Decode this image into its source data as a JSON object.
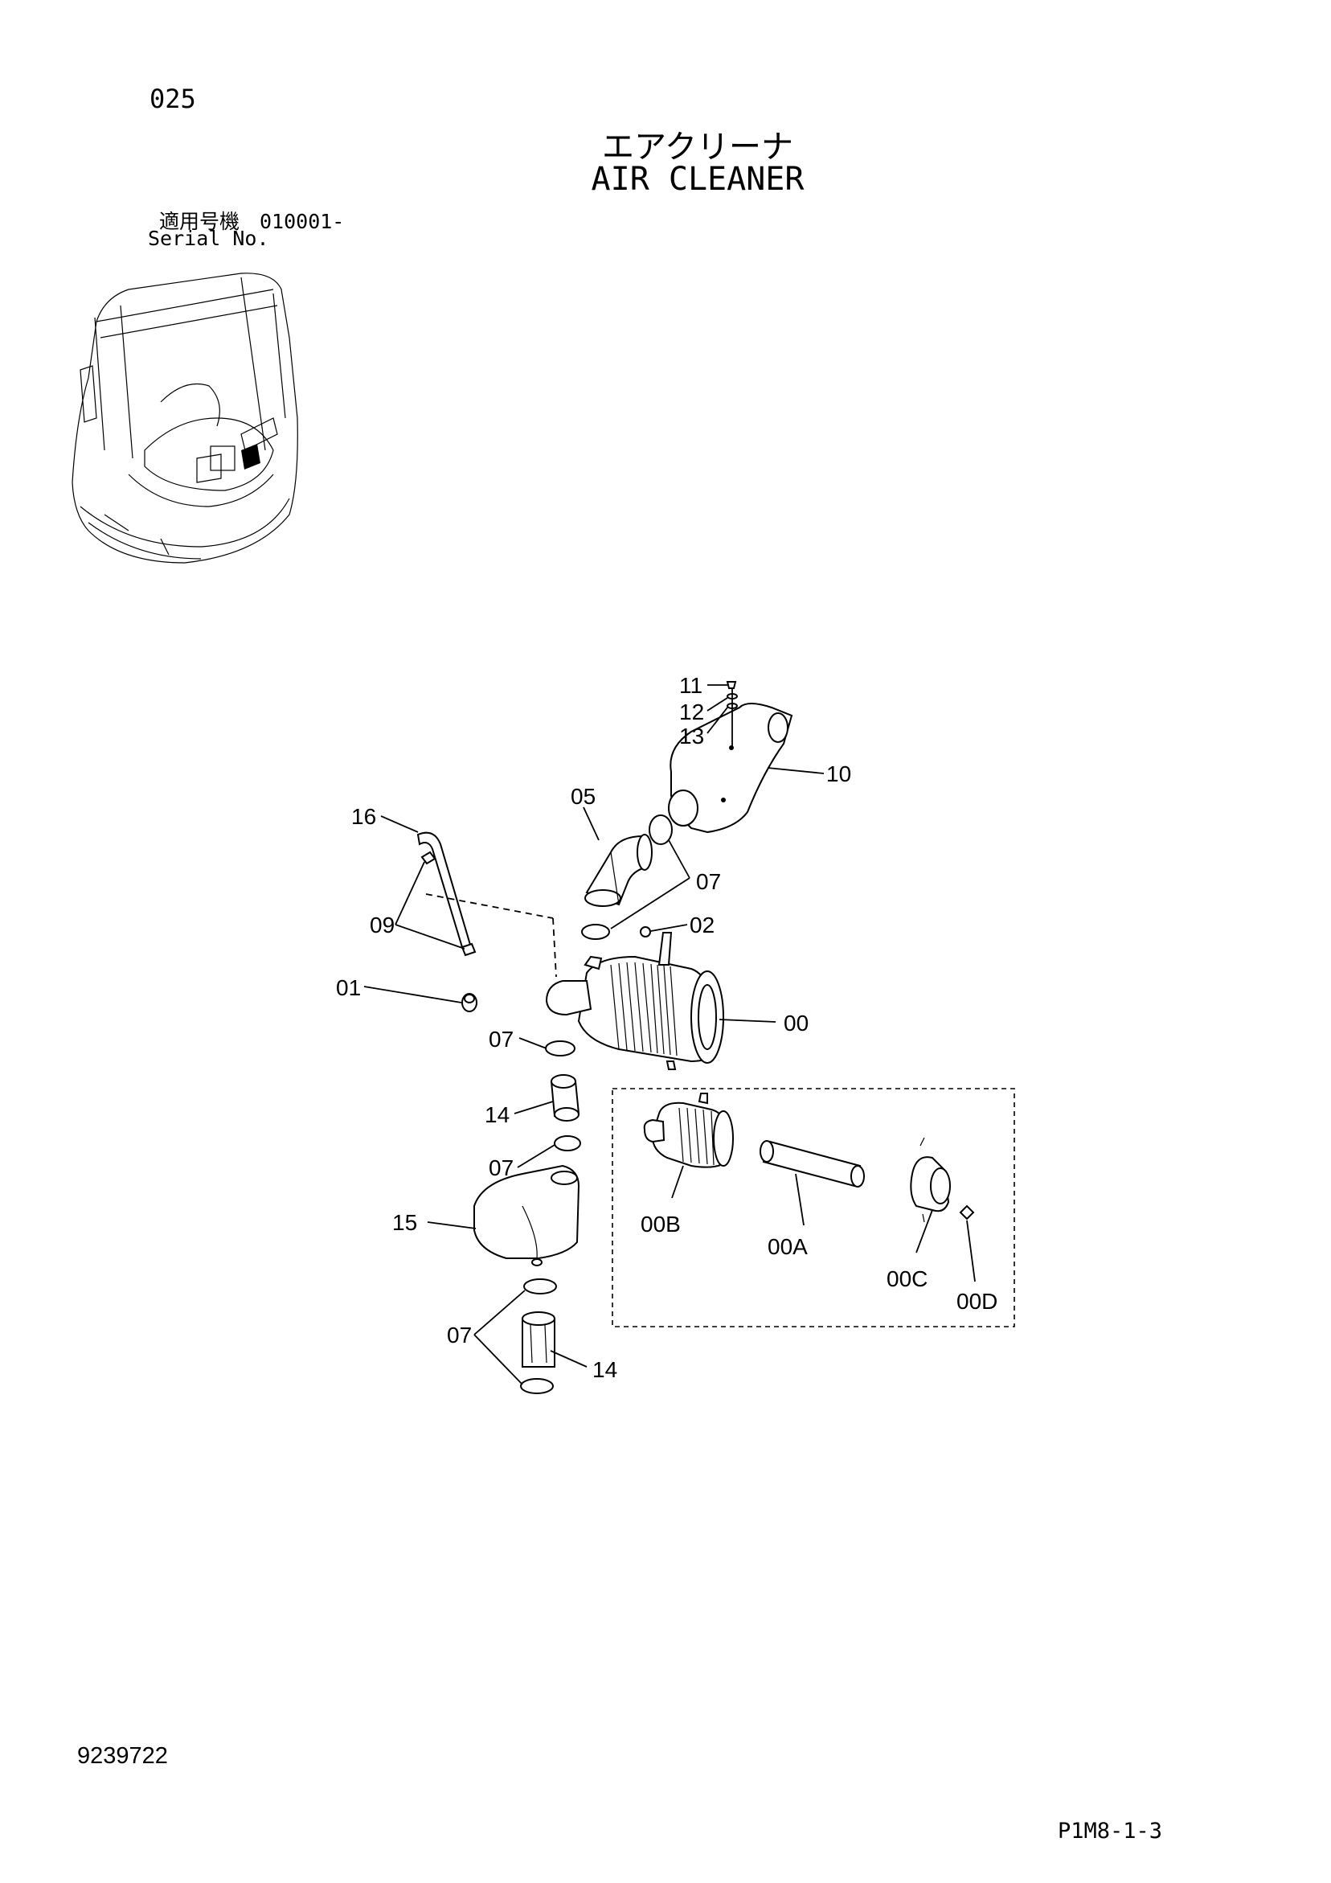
{
  "header": {
    "page_number": "025",
    "title_jp": "エアクリーナ",
    "title_en": "AIR CLEANER",
    "serial_jp": "適用号機　010001-",
    "serial_en": "Serial No."
  },
  "footer": {
    "document_number": "9239722",
    "page_code": "P1M8-1-3"
  },
  "callouts": {
    "c11": "11",
    "c12": "12",
    "c13": "13",
    "c10": "10",
    "c05": "05",
    "c16": "16",
    "c07a": "07",
    "c09": "09",
    "c02": "02",
    "c01": "01",
    "c00": "00",
    "c07b": "07",
    "c14a": "14",
    "c07c": "07",
    "c15": "15",
    "c07d": "07",
    "c14b": "14",
    "c00B": "00B",
    "c00A": "00A",
    "c00C": "00C",
    "c00D": "00D"
  }
}
